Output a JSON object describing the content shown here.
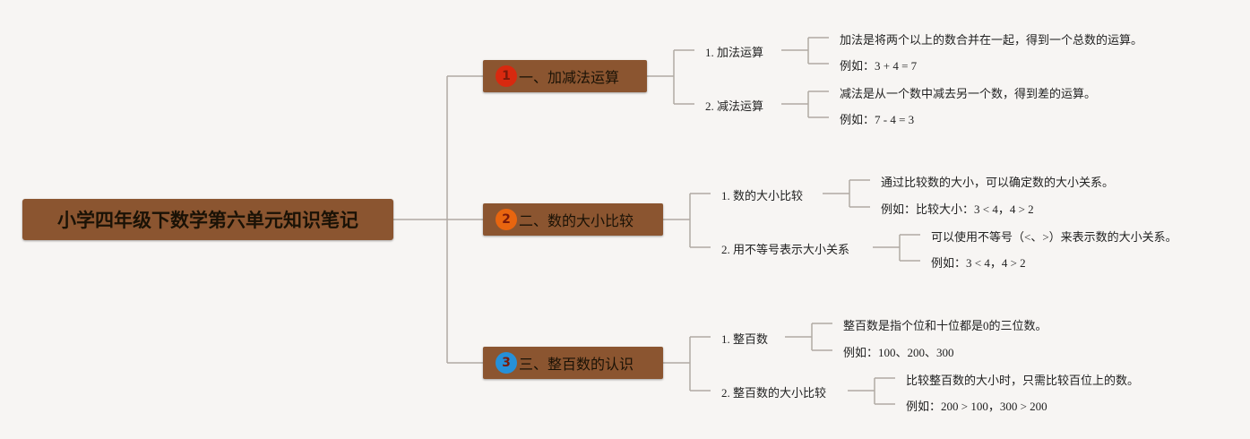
{
  "root": {
    "title": "小学四年级下数学第六单元知识笔记"
  },
  "colors": {
    "node_fill": "#8b5530",
    "line": "#b0aaa3",
    "num1": "#d8290f",
    "num2": "#e8650f",
    "num3": "#2690d8"
  },
  "branches": [
    {
      "number": "1",
      "label": "一、加减法运算",
      "children": [
        {
          "label": "1. 加法运算",
          "leaves": [
            "加法是将两个以上的数合并在一起，得到一个总数的运算。",
            "例如：3 + 4 = 7"
          ]
        },
        {
          "label": "2. 减法运算",
          "leaves": [
            "减法是从一个数中减去另一个数，得到差的运算。",
            "例如：7 - 4 = 3"
          ]
        }
      ]
    },
    {
      "number": "2",
      "label": "二、数的大小比较",
      "children": [
        {
          "label": "1. 数的大小比较",
          "leaves": [
            "通过比较数的大小，可以确定数的大小关系。",
            "例如：比较大小：3 < 4，4 > 2"
          ]
        },
        {
          "label": "2. 用不等号表示大小关系",
          "leaves": [
            "可以使用不等号（<、>）来表示数的大小关系。",
            "例如：3 < 4，4 > 2"
          ]
        }
      ]
    },
    {
      "number": "3",
      "label": "三、整百数的认识",
      "children": [
        {
          "label": "1. 整百数",
          "leaves": [
            "整百数是指个位和十位都是0的三位数。",
            "例如：100、200、300"
          ]
        },
        {
          "label": "2. 整百数的大小比较",
          "leaves": [
            "比较整百数的大小时，只需比较百位上的数。",
            "例如：200 > 100，300 > 200"
          ]
        }
      ]
    }
  ]
}
